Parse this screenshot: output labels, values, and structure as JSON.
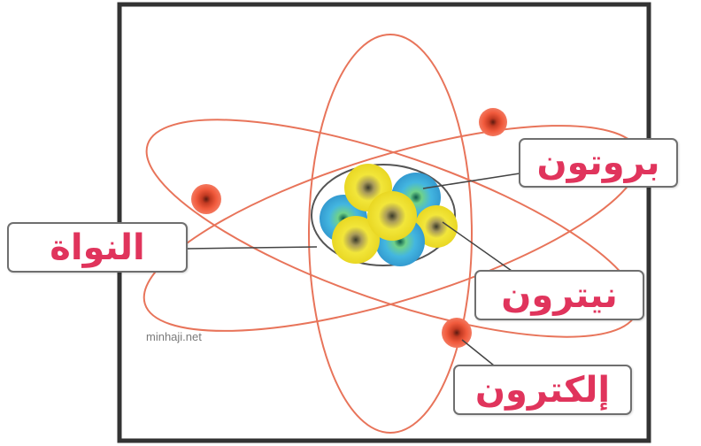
{
  "labels": {
    "proton": "بروتون",
    "nucleus": "النواة",
    "neutron": "نيترون",
    "electron": "إلكترون"
  },
  "watermark": "minhaji.net",
  "colors": {
    "orbit": "#e8745a",
    "electron": "#ee4a32",
    "proton": "#3fb0dc",
    "neutron": "#eadb2a",
    "label_text": "#e0345c",
    "frame": "#333333"
  }
}
